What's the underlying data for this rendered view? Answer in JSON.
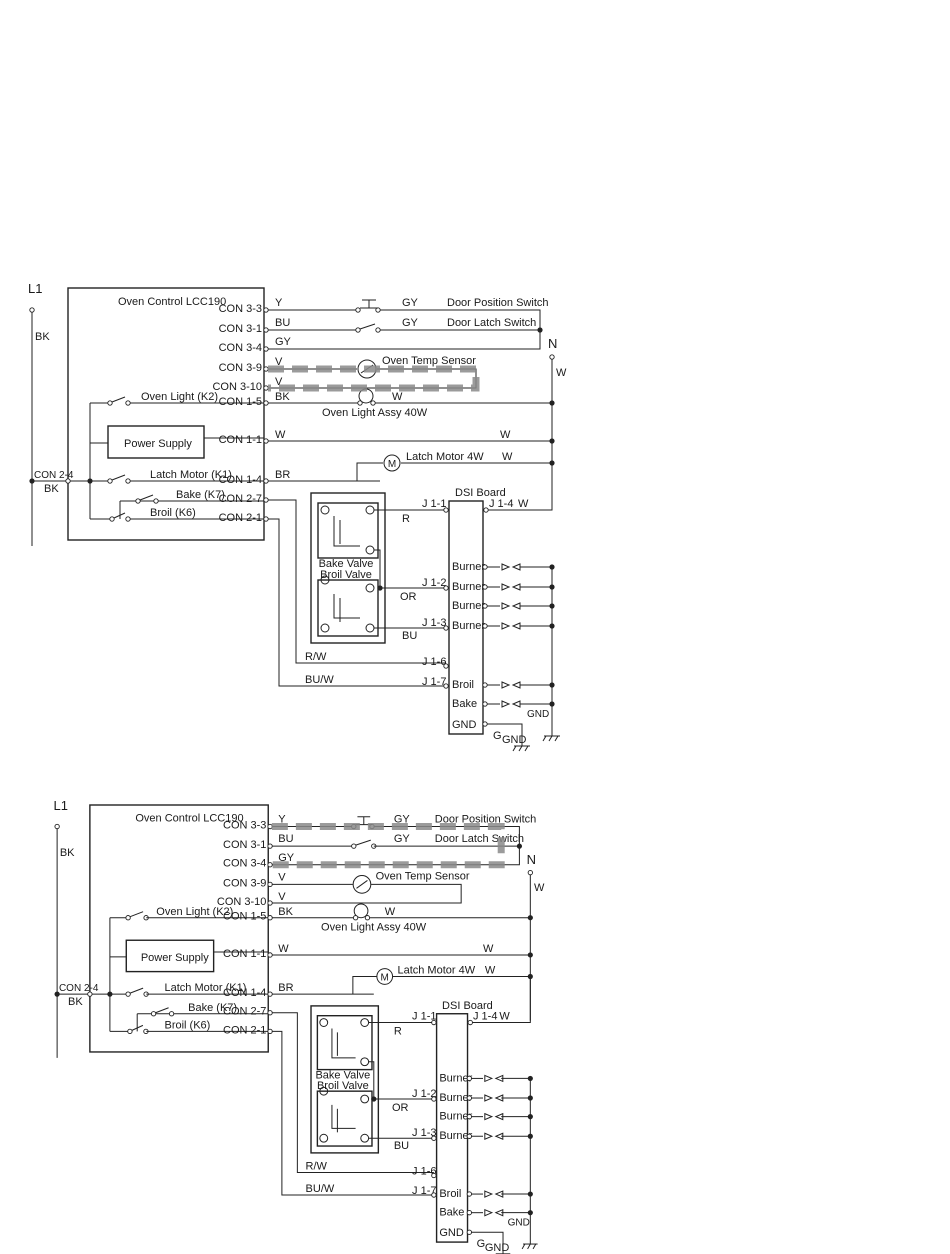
{
  "labels": {
    "l1": "L1",
    "n": "N",
    "bk": "BK",
    "w": "W",
    "oven_control": "Oven Control LCC190",
    "power_supply": "Power Supply",
    "con_2_4": "CON 2-4",
    "oven_light_relay": "Oven Light (K2)",
    "latch_motor_relay": "Latch Motor (K1)",
    "bake_relay": "Bake (K7)",
    "broil_relay": "Broil (K6)",
    "door_position_switch": "Door Position Switch",
    "door_latch_switch": "Door Latch Switch",
    "oven_temp_sensor": "Oven Temp Sensor",
    "oven_light_assy": "Oven Light Assy 40W",
    "latch_motor": "Latch Motor 4W",
    "motor_symbol": "M",
    "dsi_board": "DSI Board",
    "bake_valve": "Bake Valve",
    "broil_valve": "Broil Valve",
    "burner": "Burner",
    "broil": "Broil",
    "bake": "Bake",
    "gnd": "GND",
    "g": "G"
  },
  "connectors": {
    "con_3_3": "CON 3-3",
    "con_3_1": "CON 3-1",
    "con_3_4": "CON 3-4",
    "con_3_9": "CON 3-9",
    "con_3_10": "CON 3-10",
    "con_1_5": "CON 1-5",
    "con_1_1": "CON 1-1",
    "con_1_4": "CON 1-4",
    "con_2_7": "CON 2-7",
    "con_2_1": "CON 2-1",
    "j1_1": "J 1-1",
    "j1_4": "J 1-4",
    "j1_2": "J 1-2",
    "j1_3": "J 1-3",
    "j1_6": "J 1-6",
    "j1_7": "J 1-7"
  },
  "wire_colors": {
    "y": "Y",
    "gy": "GY",
    "bu": "BU",
    "v": "V",
    "bk": "BK",
    "w": "W",
    "br": "BR",
    "r": "R",
    "or": "OR",
    "rw": "R/W",
    "buw": "BU/W"
  },
  "highlight_color": "#8a8a8a"
}
